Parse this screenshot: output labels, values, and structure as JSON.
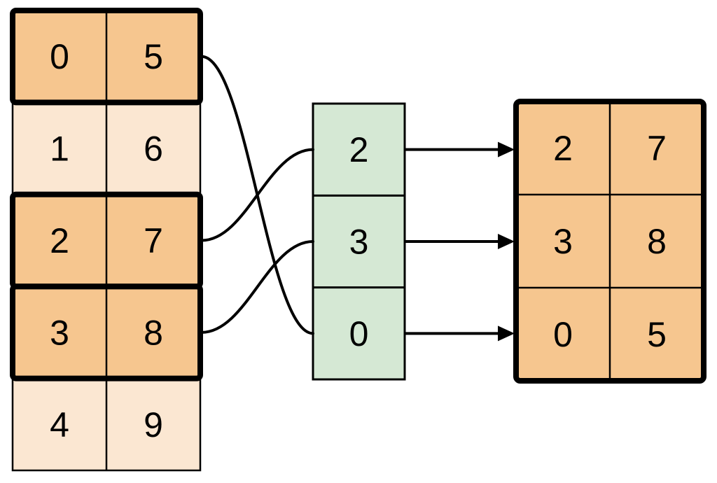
{
  "diagram": {
    "source_table": {
      "rows": [
        {
          "cells": [
            "0",
            "5"
          ],
          "highlighted": true
        },
        {
          "cells": [
            "1",
            "6"
          ],
          "highlighted": false
        },
        {
          "cells": [
            "2",
            "7"
          ],
          "highlighted": true
        },
        {
          "cells": [
            "3",
            "8"
          ],
          "highlighted": true
        },
        {
          "cells": [
            "4",
            "9"
          ],
          "highlighted": false
        }
      ]
    },
    "index_column": {
      "values": [
        "2",
        "3",
        "0"
      ]
    },
    "result_table": {
      "rows": [
        [
          "2",
          "7"
        ],
        [
          "3",
          "8"
        ],
        [
          "0",
          "5"
        ]
      ]
    },
    "connections": {
      "curves": [
        {
          "from_source_row": 2,
          "to_index_cell": 0
        },
        {
          "from_source_row": 3,
          "to_index_cell": 1
        },
        {
          "from_source_row": 0,
          "to_index_cell": 2
        }
      ],
      "arrows": [
        {
          "from_index_cell": 0,
          "to_result_row": 0
        },
        {
          "from_index_cell": 1,
          "to_result_row": 1
        },
        {
          "from_index_cell": 2,
          "to_result_row": 2
        }
      ]
    },
    "colors": {
      "highlight_fill": "#F6C68F",
      "plain_fill": "#FBE7D2",
      "index_fill": "#D5E8D4",
      "line": "#000000",
      "background": "#FFFFFF"
    }
  }
}
